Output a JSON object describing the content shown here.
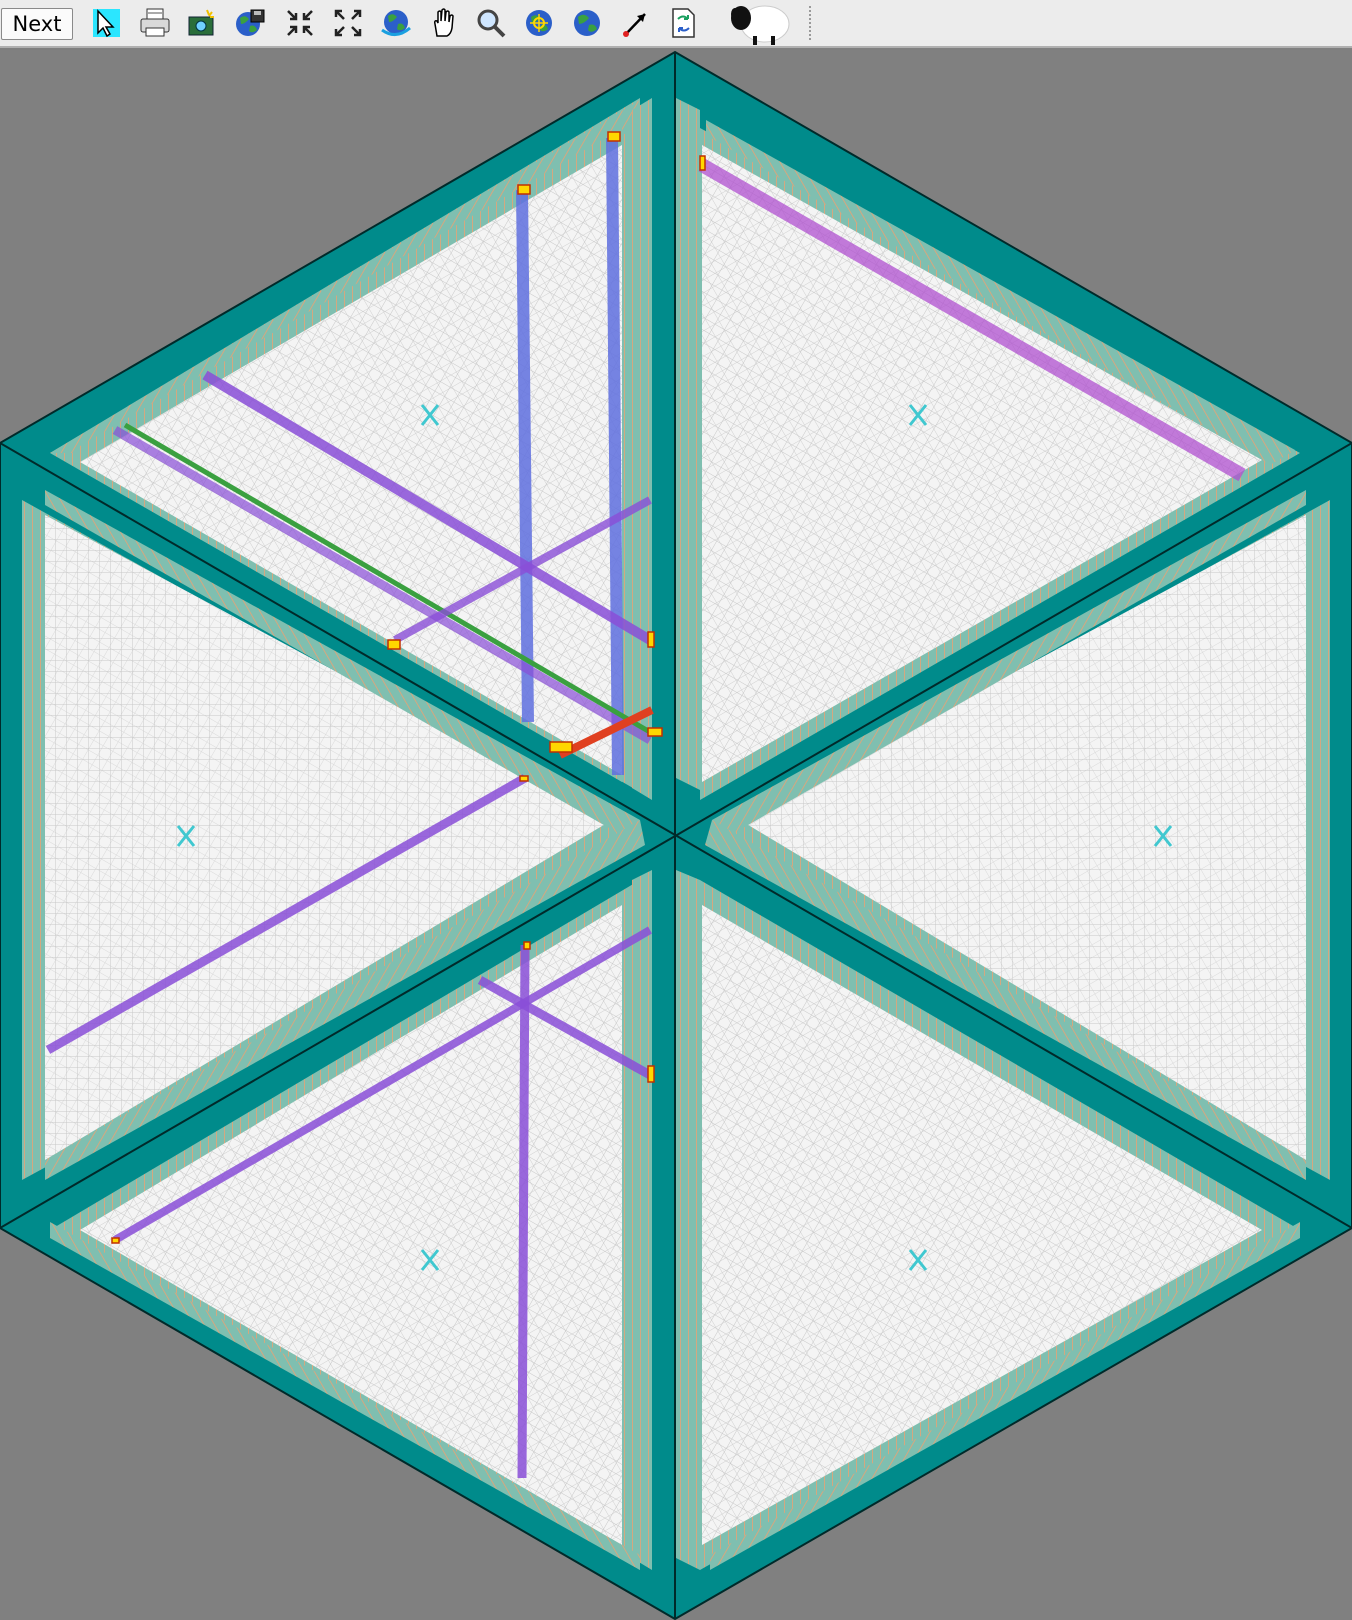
{
  "toolbar": {
    "next_label": "Next",
    "tools": [
      {
        "name": "pointer-tool",
        "icon": "cursor-arrow-icon"
      },
      {
        "name": "print-tool",
        "icon": "printer-icon"
      },
      {
        "name": "snapshot-tool",
        "icon": "camera-icon"
      },
      {
        "name": "save-image-tool",
        "icon": "globe-disk-icon"
      },
      {
        "name": "shrink-tool",
        "icon": "shrink-arrows-icon"
      },
      {
        "name": "expand-tool",
        "icon": "expand-arrows-icon"
      },
      {
        "name": "rotate-world-tool",
        "icon": "globe-rotate-icon"
      },
      {
        "name": "pan-tool",
        "icon": "hand-icon"
      },
      {
        "name": "zoom-tool",
        "icon": "magnifier-icon"
      },
      {
        "name": "center-world-tool",
        "icon": "globe-target-icon"
      },
      {
        "name": "world-tool",
        "icon": "globe-icon"
      },
      {
        "name": "range-tool",
        "icon": "diagonal-arrow-icon"
      },
      {
        "name": "refresh-tool",
        "icon": "document-refresh-icon"
      },
      {
        "name": "sheep-tool",
        "icon": "sheep-icon"
      }
    ]
  },
  "colors": {
    "background": "#808080",
    "frame_teal": "#008b8b",
    "plane_teal": "#7fbfb0",
    "stave_orange": "#f0a070",
    "grid_gray": "#bfbfbf",
    "track_violet": "#8a4fd8",
    "track_blue": "#6070e0",
    "track_green": "#3aa040",
    "track_red": "#e04020",
    "track_magenta": "#b050d0",
    "hit_yellow": "#ffd700"
  }
}
